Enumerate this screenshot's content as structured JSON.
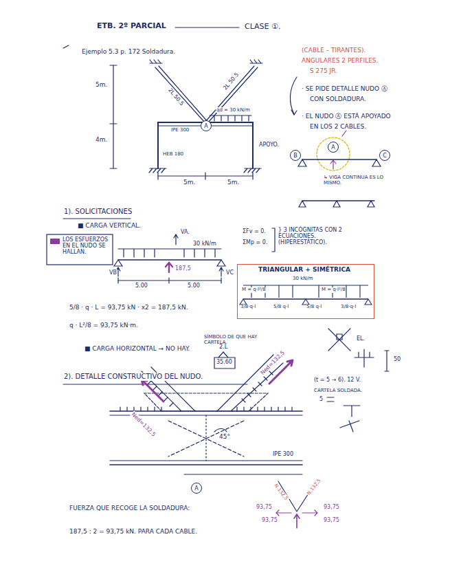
{
  "diagram": {
    "title": "ETB. 2º PARCIAL",
    "nodes": [
      {
        "text": [
          "A"
        ]
      },
      {
        "text": [
          "B"
        ]
      },
      {
        "text": [
          "A"
        ]
      },
      {
        "text": [
          "C"
        ]
      },
      {
        "text": [
          "TRIANGULAR + SIMÉTRICA",
          "30 kN/m",
          "M = q·l²/8",
          "M = q·l²/8",
          "3/8·q·l",
          "5/8 q·l",
          "5/8 q·l",
          "3/8·q·l"
        ]
      },
      {
        "text": [
          "A"
        ]
      }
    ],
    "labels": [
      "CLASE ①.",
      "Ejemplo 5.3 p. 172 Soldadura.",
      "5m.",
      "4m.",
      "5m.",
      "5m.",
      "2L 50.5",
      "2L 50.5",
      "IPE 300",
      "qd = 30 kN/m",
      "HEB 180",
      "APOYO.",
      "(CABLE – TIRANTES).",
      "ANGULARES 2 PERFILES.",
      "S 275 JR.",
      "· SE PIDE DETALLE NUDO Ⓐ",
      "CON SOLDADURA.",
      "· EL NUDO Ⓐ ESTÁ APOYADO",
      "EN LOS 2 CABLES.",
      "↳ VIGA CONTINUA ES LO MISMO.",
      "1). SOLICITACIONES",
      "■ CARGA VERTICAL.",
      "VA.",
      "30 kN/m",
      "187,5",
      "VB",
      "VC",
      "5.00",
      "5.00",
      "ΣFv = 0.",
      "ΣMp = 0.",
      "} 3 INCÓGNITAS CON 2 ECUACIONES. (HIPERESTÁTICO).",
      "5/8 · q · L = 93,75 kN · x2 = 187,5 kN.",
      "q · L²/8 = 93,75 kN·m.",
      "■ CARGA HORIZONTAL → NO HAY.",
      "SÍMBOLO DE QUE HAY CARTELA.",
      "2.L",
      "35.60",
      "2). DETALLE CONSTRUCTIVO DEL NUDO.",
      "Ned=132,5",
      "Ned=132,5",
      "45°",
      "(t = 5 → 6). 12 V.",
      "CARTELA SOLDADA.",
      "IPE 300",
      "FUERZA QUE RECOGE LA SOLDADURA:",
      "187,5 : 2 = 93,75 kN. PARA CADA CABLE.",
      "93,75",
      "93,75",
      "93,75",
      "93,75",
      "N.132,5",
      "N.132,5",
      "50",
      "5",
      "EL."
    ],
    "legend": [
      {
        "text": "LOS ESFUERZOS EN EL NUDO SE HALLAN.",
        "color": "#8a3d9e"
      }
    ]
  }
}
